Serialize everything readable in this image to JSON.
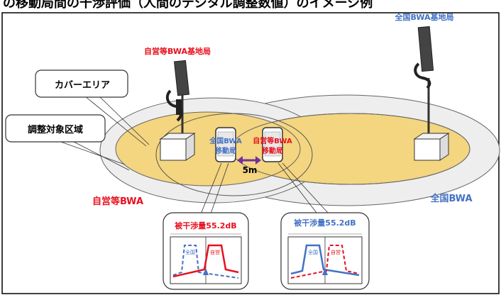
{
  "header": {
    "title": "の移動局間の干渉評価（人間のデジタル調整数値）のイメージ例"
  },
  "callouts": {
    "cover_area": "カバーエリア",
    "coordination_area": "調整対象区域"
  },
  "stations": {
    "private_base": "自営等BWA基地局",
    "national_base": "全国BWA基地局",
    "national_mobile_line1": "全国BWA",
    "national_mobile_line2": "移動局",
    "private_mobile_line1": "自営等BWA",
    "private_mobile_line2": "移動局"
  },
  "distance": "5m",
  "areas": {
    "private_bwa": "自営等BWA",
    "national_bwa": "全国BWA"
  },
  "interference": {
    "left": {
      "title": "被干渉量55.2dB",
      "legend_national": "全国",
      "legend_private": "自営"
    },
    "right": {
      "title": "被干渉量55.2dB",
      "legend_national": "全国",
      "legend_private": "自営"
    }
  },
  "colors": {
    "red": "#e8101e",
    "blue": "#4472c4",
    "area_fill": "#f4d580",
    "purple": "#7030a0"
  }
}
